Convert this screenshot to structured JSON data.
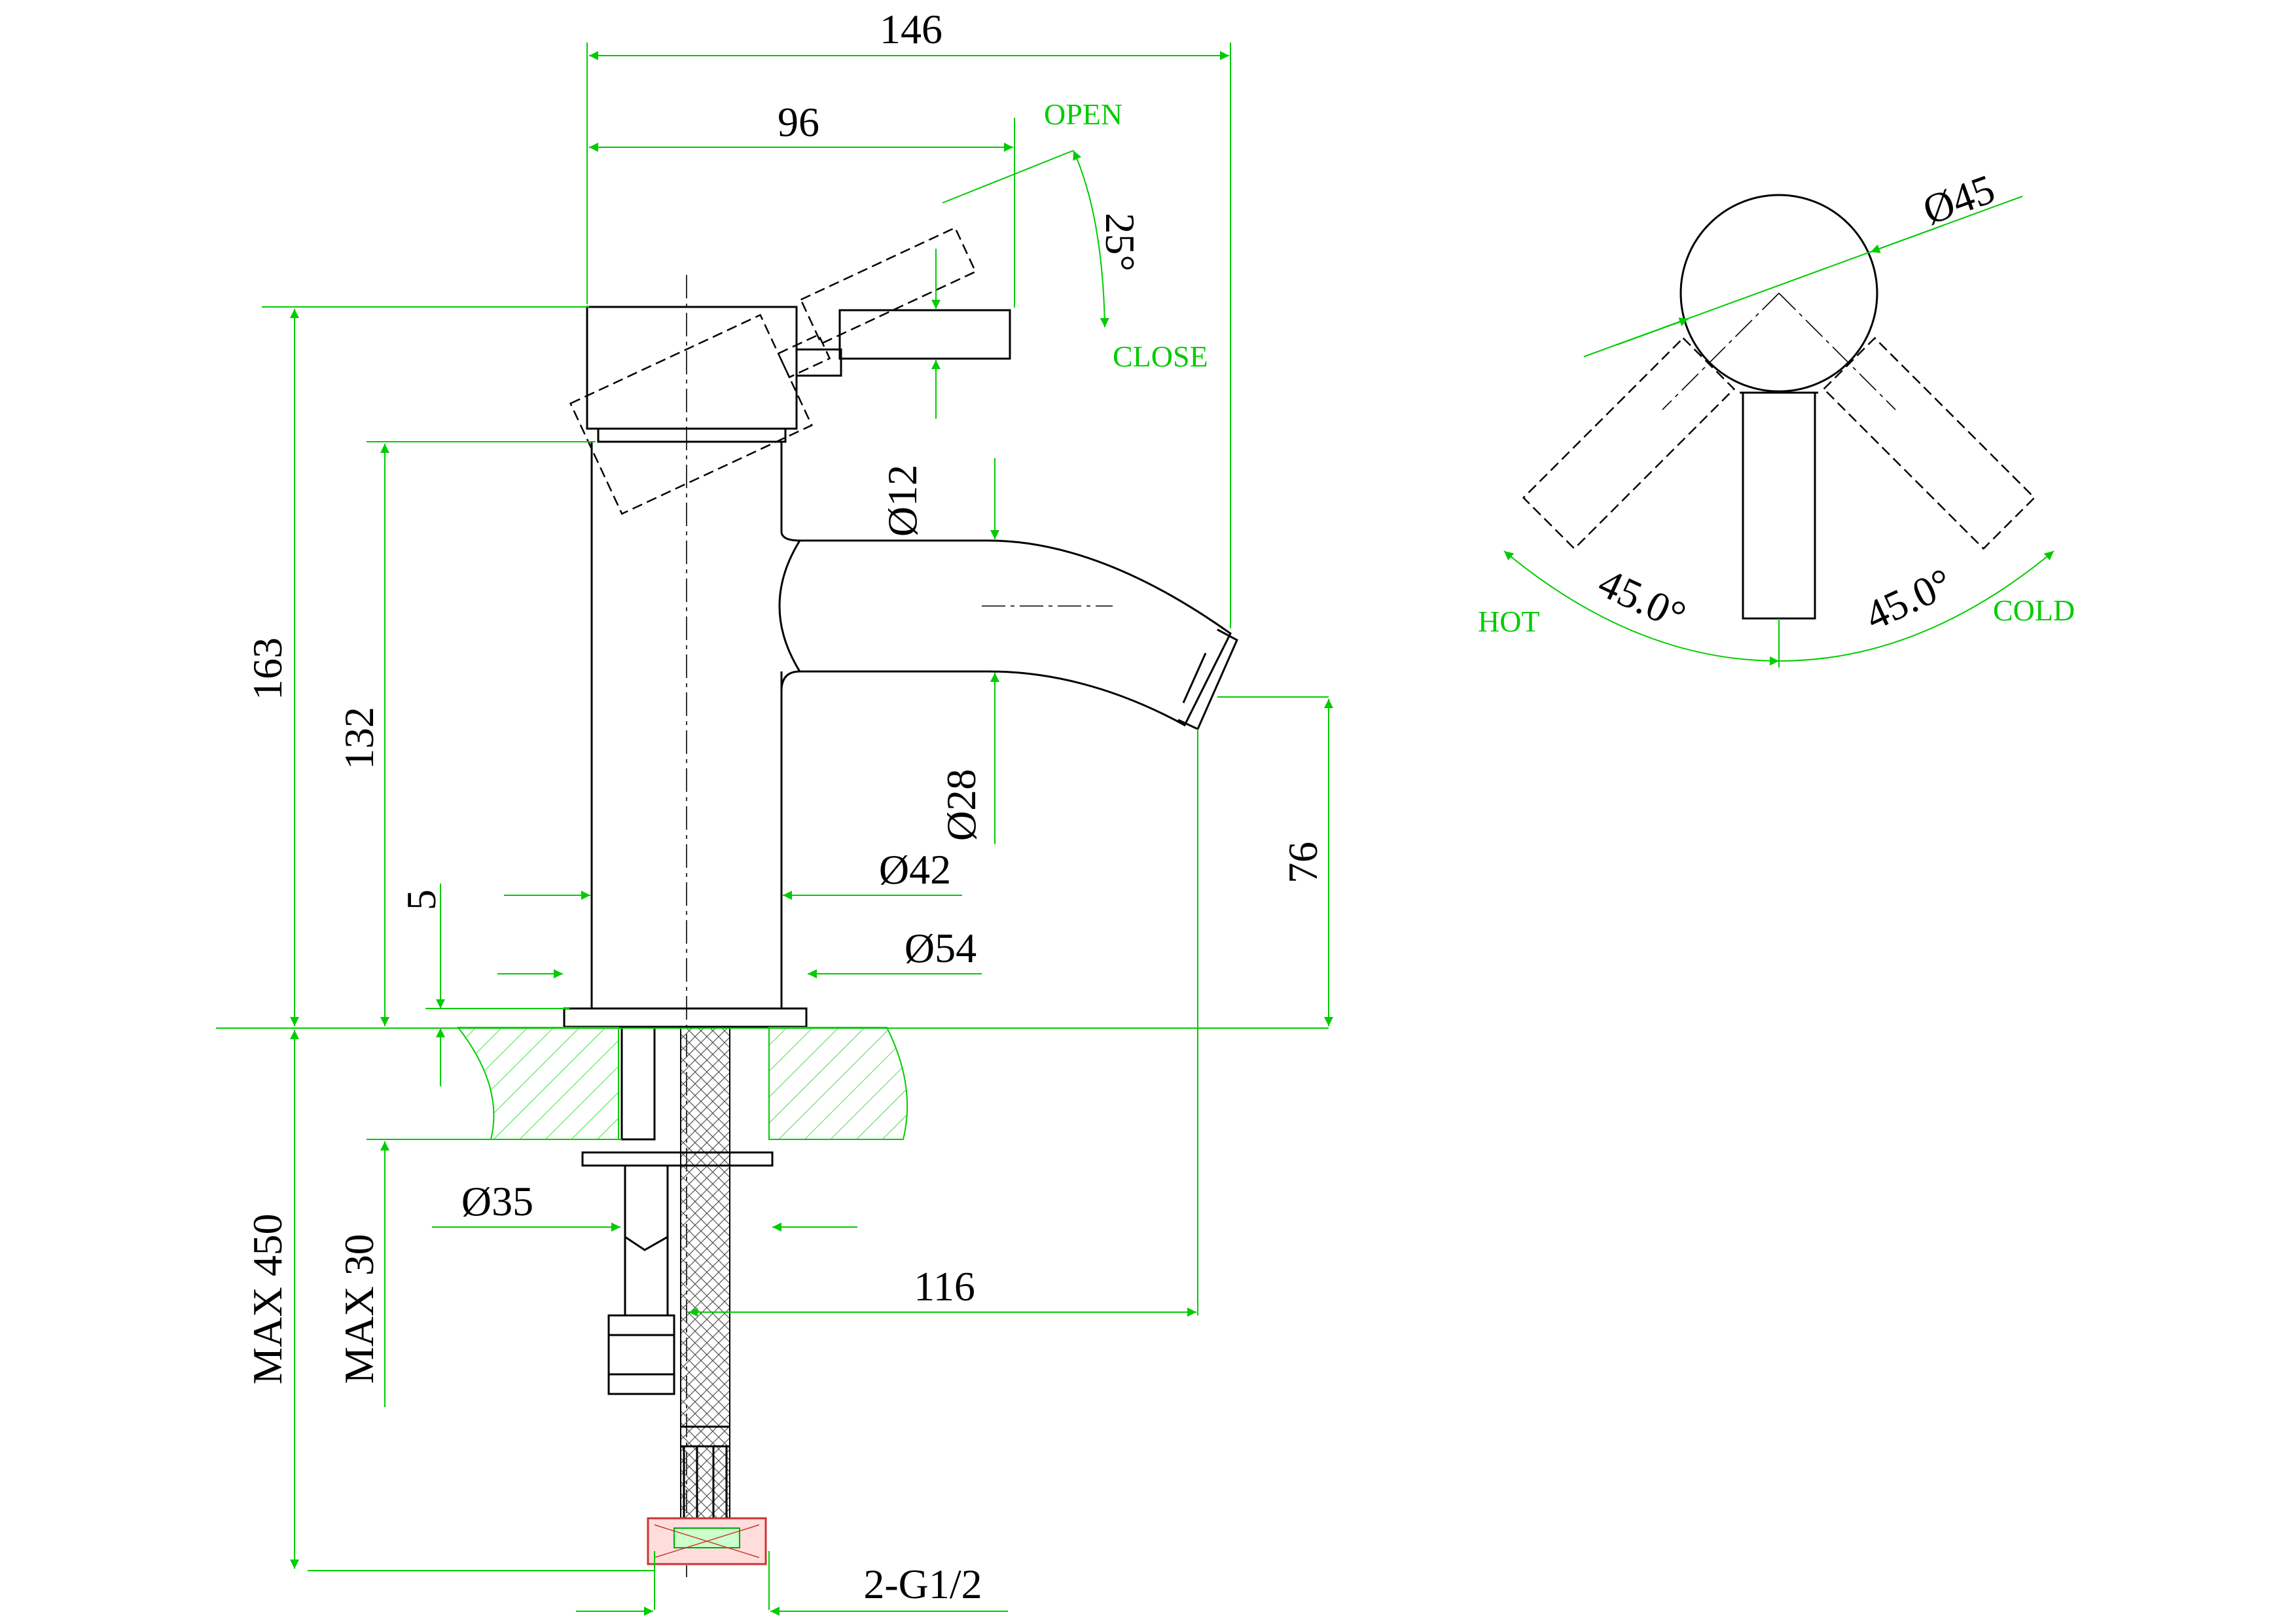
{
  "drawing": {
    "colors": {
      "outline": "#000000",
      "dimension": "#00cc00",
      "hatch": "#00cc00",
      "fitting": "#cc3333",
      "background": "#ffffff"
    },
    "dimensions": {
      "overall_width": "146",
      "lever_reach": "96",
      "lever_angle": "25°",
      "handle_diameter": "Ø12",
      "spout_diameter": "Ø28",
      "body_diameter": "Ø42",
      "base_diameter": "Ø54",
      "base_height": "5",
      "total_height": "163",
      "body_height": "132",
      "spout_height": "76",
      "shank_diameter": "Ø35",
      "spout_reach": "116",
      "max_deck": "MAX 30",
      "max_hose": "MAX 450",
      "connection": "2-G1/2",
      "top_diameter": "Ø45",
      "hot_angle": "45.0°",
      "cold_angle": "45.0°"
    },
    "labels": {
      "open": "OPEN",
      "close": "CLOSE",
      "hot": "HOT",
      "cold": "COLD"
    }
  }
}
